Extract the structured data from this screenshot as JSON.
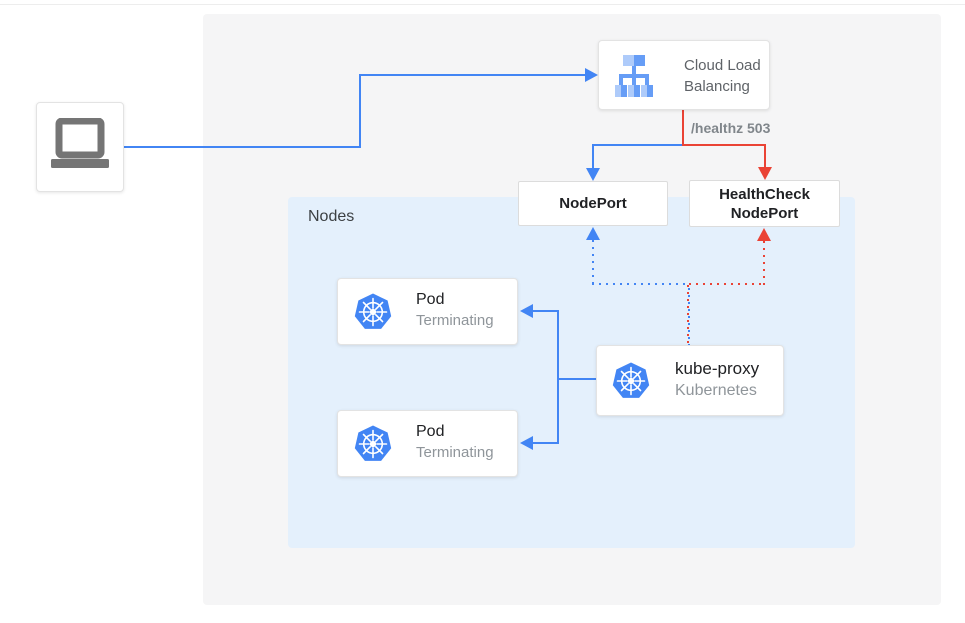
{
  "colors": {
    "blue": "#4285f4",
    "red": "#ea4335",
    "node_bg": "#e4f0fc",
    "panel_bg": "#f5f5f6"
  },
  "client": {
    "icon": "laptop-icon"
  },
  "load_balancer": {
    "label": "Cloud Load Balancing",
    "icon": "load-balancer-icon"
  },
  "health_check_label": "/healthz 503",
  "node_port": {
    "label": "NodePort"
  },
  "health_check_node_port": {
    "label": "HealthCheck NodePort"
  },
  "nodes_group": {
    "label": "Nodes"
  },
  "pods": [
    {
      "title": "Pod",
      "status": "Terminating",
      "icon": "kubernetes-icon"
    },
    {
      "title": "Pod",
      "status": "Terminating",
      "icon": "kubernetes-icon"
    }
  ],
  "kube_proxy": {
    "title": "kube-proxy",
    "subtitle": "Kubernetes",
    "icon": "kubernetes-icon"
  },
  "edges": [
    {
      "from": "client",
      "to": "cloud-load-balancing",
      "style": "solid",
      "color": "#4285f4"
    },
    {
      "from": "cloud-load-balancing",
      "to": "node-port",
      "style": "solid",
      "color": "#4285f4"
    },
    {
      "from": "cloud-load-balancing",
      "to": "health-check-node-port",
      "style": "solid",
      "color": "#ea4335",
      "label": "/healthz 503"
    },
    {
      "from": "kube-proxy",
      "to": "node-port",
      "style": "dotted",
      "color": "#4285f4"
    },
    {
      "from": "kube-proxy",
      "to": "health-check-node-port",
      "style": "dotted",
      "color": "#ea4335"
    },
    {
      "from": "kube-proxy",
      "to": "pod-1",
      "style": "solid",
      "color": "#4285f4"
    },
    {
      "from": "kube-proxy",
      "to": "pod-2",
      "style": "solid",
      "color": "#4285f4"
    }
  ]
}
